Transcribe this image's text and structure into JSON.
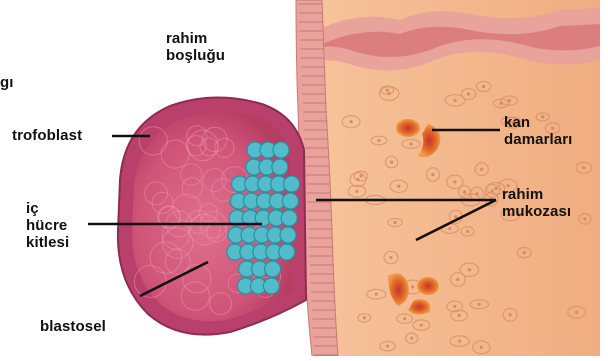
{
  "labels": {
    "rahim_boslugu": "rahim\nboşluğu",
    "trofoblast": "trofoblast",
    "ic_hucre_kitlesi": "iç\nhücre\nkitlesi",
    "blastosel": "blastosel",
    "kan_damarlari": "kan\ndamarları",
    "rahim_mukozasi": "rahim\nmukozası",
    "edge_fragment": "gı"
  },
  "colors": {
    "mucosa": "#f4b98c",
    "mucosa_cells": "#e7a578",
    "epithelium": "#e9a39c",
    "blastocyst_wall": "#c64a6c",
    "blastocyst_inner": "#d75f80",
    "inner_cell_mass": "#4cb9c8",
    "vessel": "#d9692a",
    "leader": "#111111"
  }
}
